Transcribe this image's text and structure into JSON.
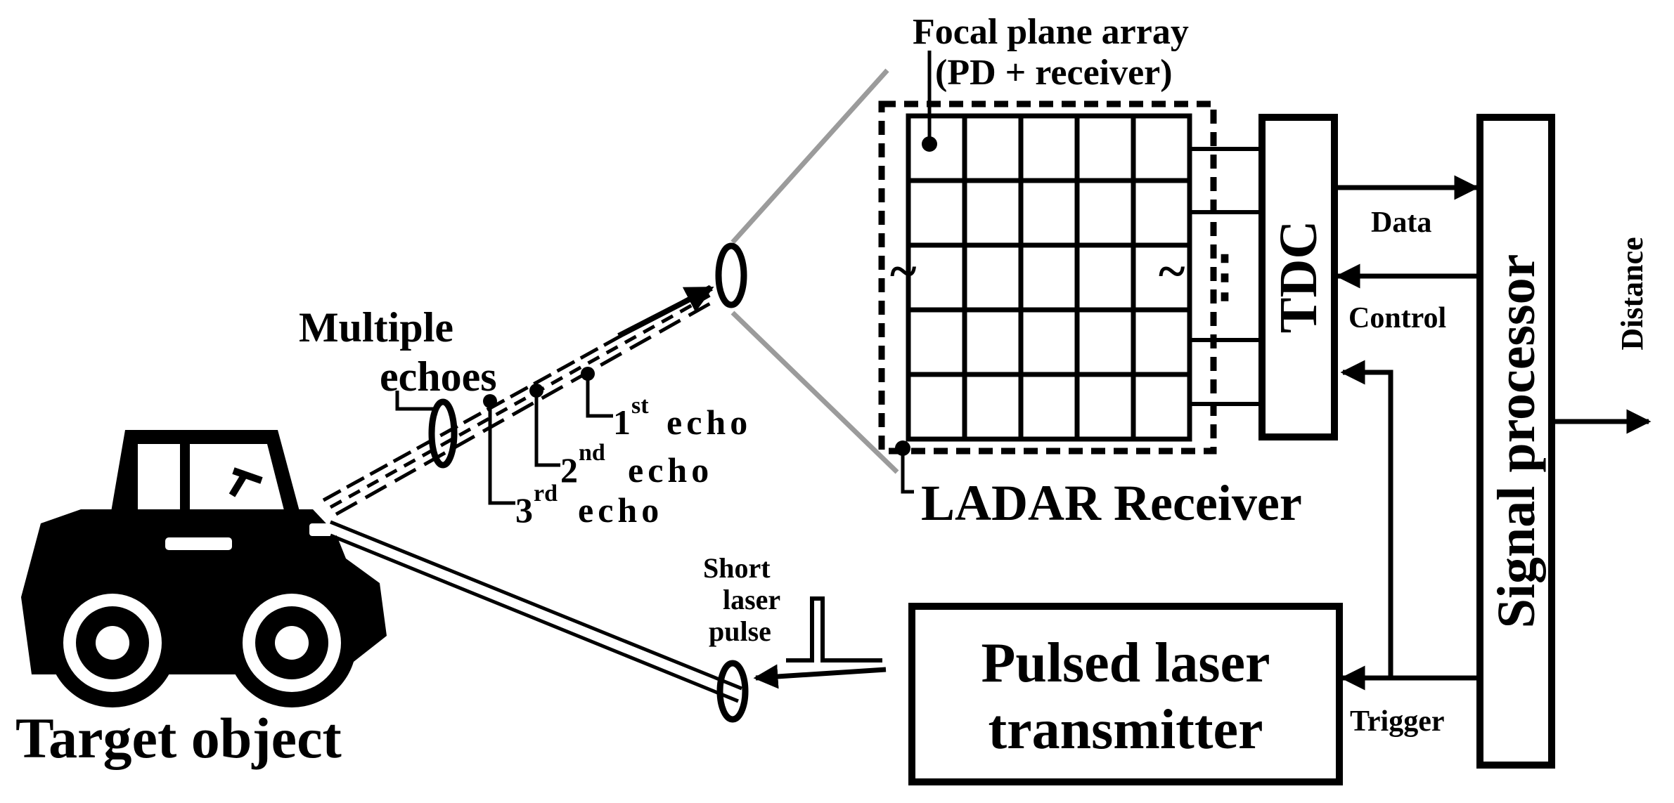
{
  "diagram": {
    "colors": {
      "ink": "#000000",
      "paper": "#ffffff",
      "gray": "#9b9b9b"
    },
    "labels": {
      "focal_line1": "Focal plane array",
      "focal_line2": "(PD + receiver)",
      "tdc": "TDC",
      "signal_processor": "Signal processor",
      "data": "Data",
      "control": "Control",
      "distance": "Distance",
      "trigger": "Trigger",
      "ladar_receiver": "LADAR Receiver",
      "transmitter_line1": "Pulsed laser",
      "transmitter_line2": "transmitter",
      "short_pulse_line1": "Short",
      "short_pulse_line2": "laser",
      "short_pulse_line3": "pulse",
      "multiple_echoes_line1": "Multiple",
      "multiple_echoes_line2": "echoes",
      "echo1_num": "1",
      "echo1_sup": "st",
      "echo1_word": "echo",
      "echo2_num": "2",
      "echo2_sup": "nd",
      "echo2_word": "echo",
      "echo3_num": "3",
      "echo3_sup": "rd",
      "echo3_word": "echo",
      "target_object": "Target object",
      "ellipsis_v": "⋮",
      "tilde": "~"
    },
    "icons": {
      "vehicle": "jeep-icon",
      "lens": "lens-icon"
    }
  }
}
